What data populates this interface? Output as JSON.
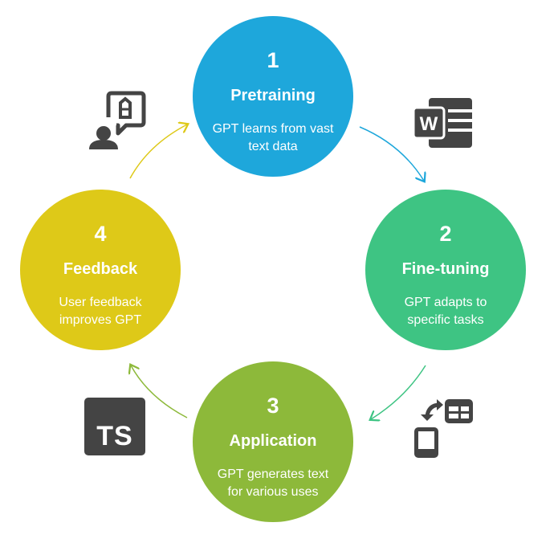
{
  "steps": [
    {
      "number": "1",
      "title": "Pretraining",
      "description": "GPT learns from vast text data",
      "color": "#1EA7DB"
    },
    {
      "number": "2",
      "title": "Fine-tuning",
      "description": "GPT adapts to specific tasks",
      "color": "#3EC483"
    },
    {
      "number": "3",
      "title": "Application",
      "description": "GPT generates text for various uses",
      "color": "#8DB93A"
    },
    {
      "number": "4",
      "title": "Feedback",
      "description": "User feedback improves GPT",
      "color": "#DEC918"
    }
  ],
  "icons": [
    "word-document-icon",
    "mobile-sync-icon",
    "typescript-icon",
    "user-feedback-icon"
  ],
  "icon_text": {
    "typescript": "TS",
    "word": "W"
  }
}
